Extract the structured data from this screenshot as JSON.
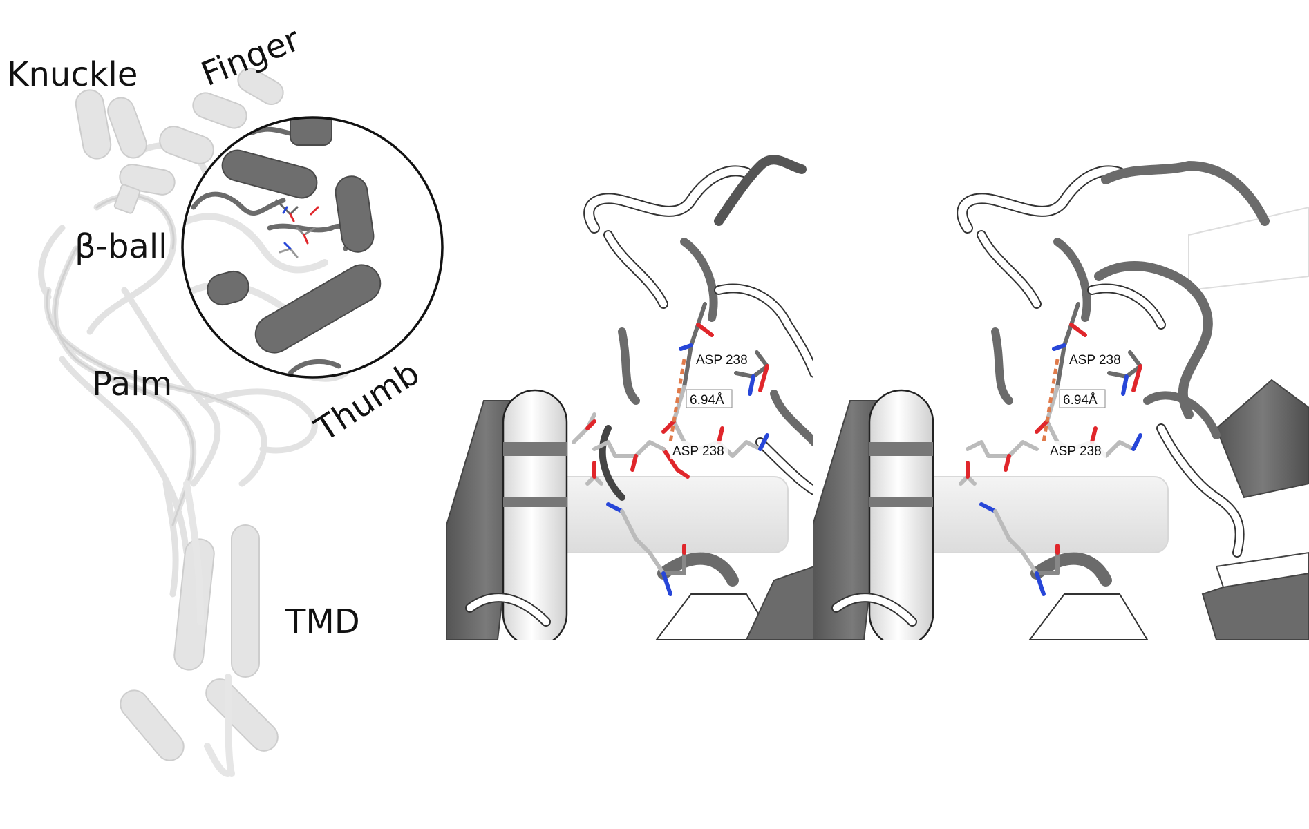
{
  "figure": {
    "overview_panel": {
      "domain_labels": {
        "knuckle": "Knuckle",
        "finger": "Finger",
        "beta_ball": "β-ball",
        "palm": "Palm",
        "thumb": "Thumb",
        "tmd": "TMD"
      }
    },
    "closeup_left": {
      "residue_top": "ASP 238",
      "distance": "6.94Å",
      "residue_bottom": "ASP 238"
    },
    "closeup_right": {
      "residue_top": "ASP 238",
      "distance": "6.94Å",
      "residue_bottom": "ASP 238"
    }
  },
  "colors": {
    "light_structure": "#e6e6e6",
    "light_structure_edge": "#c9c9c9",
    "dark_structure": "#6b6b6b",
    "dark_structure_edge": "#4a4a4a",
    "oxygen": "#e0262b",
    "nitrogen": "#2746d8",
    "zoom_circle": "#111111",
    "distance_line": "#e07a4a"
  }
}
